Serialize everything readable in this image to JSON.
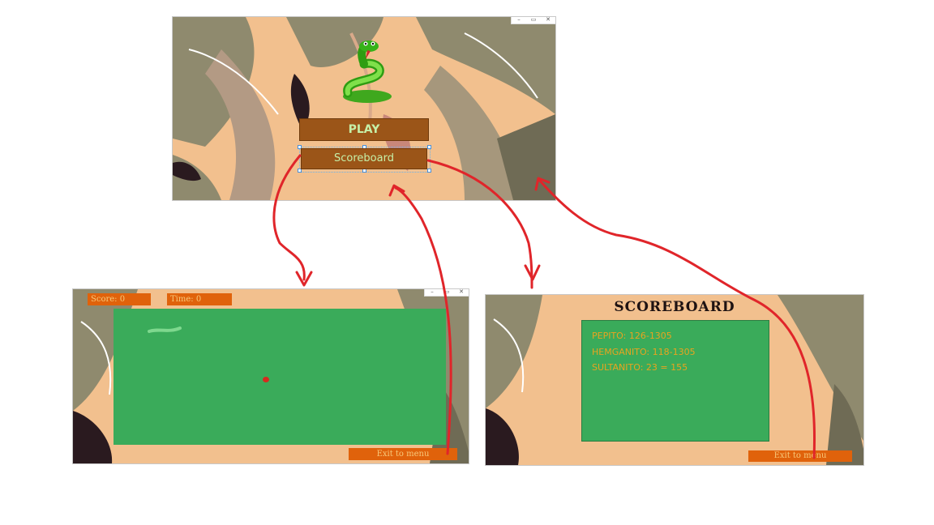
{
  "menu": {
    "title_control_labels": [
      "–",
      "▭",
      "✕"
    ],
    "play_label": "PLAY",
    "scoreboard_label": "Scoreboard",
    "mascot": "snake-icon"
  },
  "game": {
    "score_label": "Score: 0",
    "time_label": "Time: 0",
    "exit_label": "Exit to menu",
    "field_color": "#3aab5a",
    "snake_color": "#7ed88e",
    "food_color": "#d62a1e",
    "title_control_labels": [
      "–",
      "▭",
      "✕"
    ]
  },
  "scoreboard": {
    "title": "SCOREBOARD",
    "entries": [
      "PEPITO: 126-1305",
      "HEMGANITO: 118-1305",
      "SULTANITO: 23 = 155"
    ],
    "exit_label": "Exit to menu",
    "panel_color": "#3aab5a",
    "entry_color": "#e8a41f"
  },
  "colors": {
    "arrow": "#e0252a",
    "button_bg": "#9b5518",
    "button_text": "#c6f0a8",
    "tag_bg": "#e0620b",
    "leaf_dark": "#8f8a6e",
    "leaf_light": "#f2c08e"
  }
}
